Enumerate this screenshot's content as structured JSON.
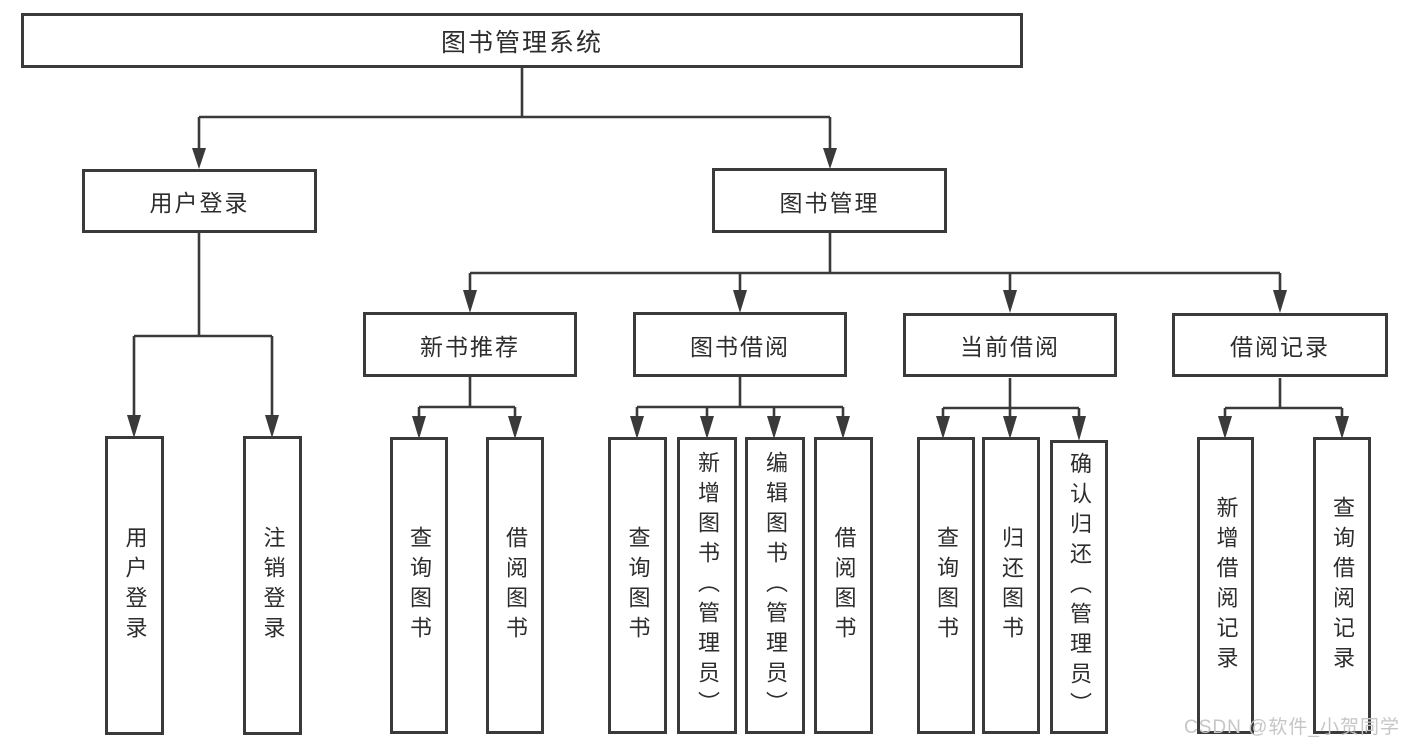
{
  "diagram": {
    "root": {
      "label": "图书管理系统",
      "children": [
        {
          "label": "用户登录",
          "children": [
            {
              "label": "用户登录"
            },
            {
              "label": "注销登录"
            }
          ]
        },
        {
          "label": "图书管理",
          "children": [
            {
              "label": "新书推荐",
              "children": [
                {
                  "label": "查询图书"
                },
                {
                  "label": "借阅图书"
                }
              ]
            },
            {
              "label": "图书借阅",
              "children": [
                {
                  "label": "查询图书"
                },
                {
                  "label": "新增图书（管理员）"
                },
                {
                  "label": "编辑图书（管理员）"
                },
                {
                  "label": "借阅图书"
                }
              ]
            },
            {
              "label": "当前借阅",
              "children": [
                {
                  "label": "查询图书"
                },
                {
                  "label": "归还图书"
                },
                {
                  "label": "确认归还（管理员）"
                }
              ]
            },
            {
              "label": "借阅记录",
              "children": [
                {
                  "label": "新增借阅记录"
                },
                {
                  "label": "查询借阅记录"
                }
              ]
            }
          ]
        }
      ]
    },
    "line_color": "#3a3a3a",
    "box_background": "#ffffff"
  },
  "watermark": {
    "text": "CSDN @软件_小贺同学"
  }
}
